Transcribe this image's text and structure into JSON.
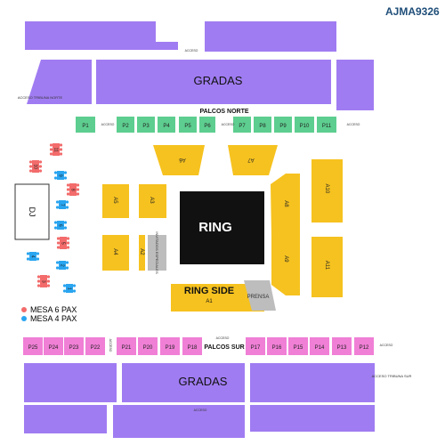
{
  "header": {
    "code": "AJMA9326"
  },
  "colors": {
    "gradas": "#a07cf2",
    "palcos_norte": "#5dce8f",
    "palcos_sur": "#f07fd6",
    "floor": "#f6c21f",
    "ring": "#111111",
    "prensa": "#bdbdbd",
    "mesa6": "#f36b6b",
    "mesa4": "#2aa5f0",
    "dj_border": "#333333"
  },
  "labels": {
    "gradas_north": "GRADAS",
    "gradas_south": "GRADAS",
    "palcos_norte": "PALCOS NORTE",
    "palcos_sur": "PALCOS SUR",
    "ring": "RING",
    "ring_side": "RING SIDE",
    "ring_side_sub": "A1",
    "prensa": "PRENSA",
    "dj": "DJ",
    "invitados": "INVITADOS ESPECIALES",
    "acceso": "ACCESO",
    "acceso_tribuna_norte": "ACCESO TRIBUNA NORTE",
    "acceso_tribuna_sur": "ACCESO TRIBUNA SUR"
  },
  "legend": [
    {
      "label": "MESA 6 PAX",
      "color": "#f36b6b"
    },
    {
      "label": "MESA 4 PAX",
      "color": "#2aa5f0"
    }
  ],
  "palcos_norte": [
    "P1",
    "P2",
    "P3",
    "P4",
    "P5",
    "P6",
    "P7",
    "P8",
    "P9",
    "P10",
    "P11"
  ],
  "palcos_sur": [
    "P25",
    "P24",
    "P23",
    "P22",
    "P21",
    "P20",
    "P19",
    "P18",
    "P17",
    "P16",
    "P15",
    "P14",
    "P13",
    "P12"
  ],
  "floor_sections": [
    "A6",
    "A7",
    "A5",
    "A3",
    "A8",
    "A10",
    "A4",
    "A2",
    "A9",
    "A11"
  ],
  "tables_6pax": [
    "11",
    "10",
    "8",
    "5",
    "3"
  ],
  "tables_4pax": [
    "9",
    "7",
    "6",
    "4",
    "2",
    "1"
  ]
}
